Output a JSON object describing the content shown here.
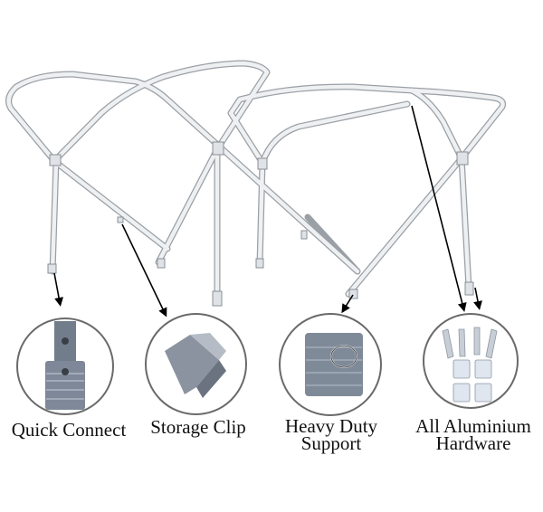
{
  "product": {
    "name": "Bimini top frame",
    "features": [
      {
        "label_lines": [
          "Quick Connect"
        ],
        "icon": "quick-connect-icon"
      },
      {
        "label_lines": [
          "Storage Clip"
        ],
        "icon": "storage-clip-icon"
      },
      {
        "label_lines": [
          "Heavy Duty",
          "Support"
        ],
        "icon": "heavy-duty-support-icon"
      },
      {
        "label_lines": [
          "All Aluminium",
          "Hardware"
        ],
        "icon": "aluminium-hardware-icon"
      }
    ]
  },
  "colors": {
    "frame_tube": "#e9ebee",
    "frame_shadow": "#9aa0a6",
    "metal": "#7f8a99",
    "circle_border": "#6a6a6a",
    "arrow": "#000000"
  }
}
